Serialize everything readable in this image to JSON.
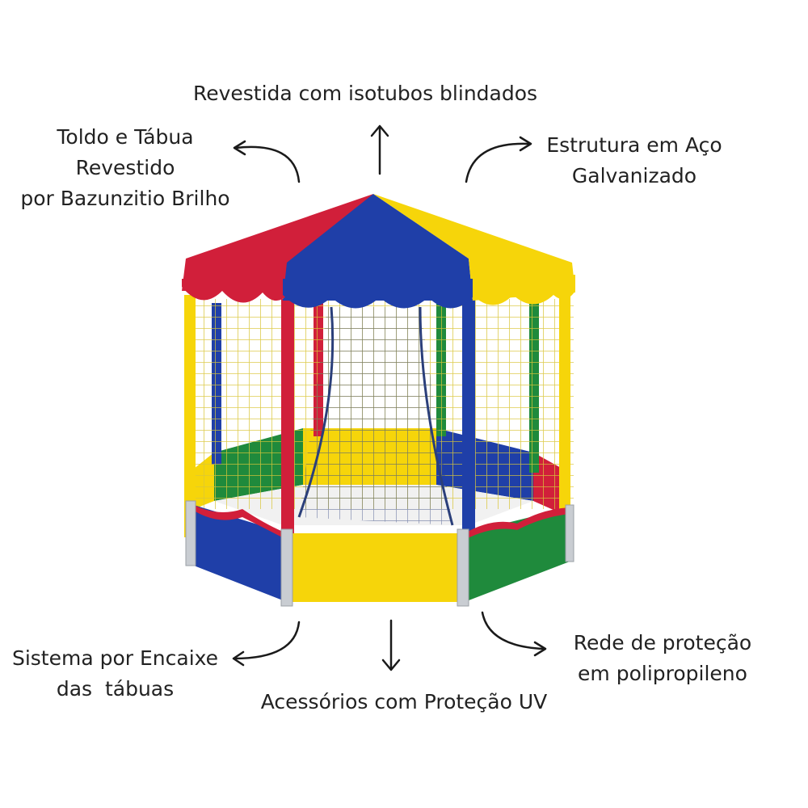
{
  "callouts": {
    "top": {
      "lines": [
        "Revestida com isotubos blindados"
      ]
    },
    "top_left": {
      "lines": [
        "Toldo e Tábua",
        "Revestido",
        "por Bazunzitio Brilho"
      ]
    },
    "top_right": {
      "lines": [
        "Estrutura em Aço",
        "Galvanizado"
      ]
    },
    "bottom_left": {
      "lines": [
        "Sistema por Encaixe",
        "das  tábuas"
      ]
    },
    "bottom": {
      "lines": [
        "Acessórios com Proteção UV"
      ]
    },
    "bottom_right": {
      "lines": [
        "Rede de proteção",
        "em polipropileno"
      ]
    }
  },
  "colors": {
    "red": "#d11f3a",
    "blue": "#1f3fa8",
    "yellow": "#f6d50a",
    "green": "#1f8a3c",
    "frame": "#c9cdd2",
    "text": "#222222"
  },
  "icons": [
    "arrow-icon",
    "ball-pit-gazebo-image"
  ]
}
